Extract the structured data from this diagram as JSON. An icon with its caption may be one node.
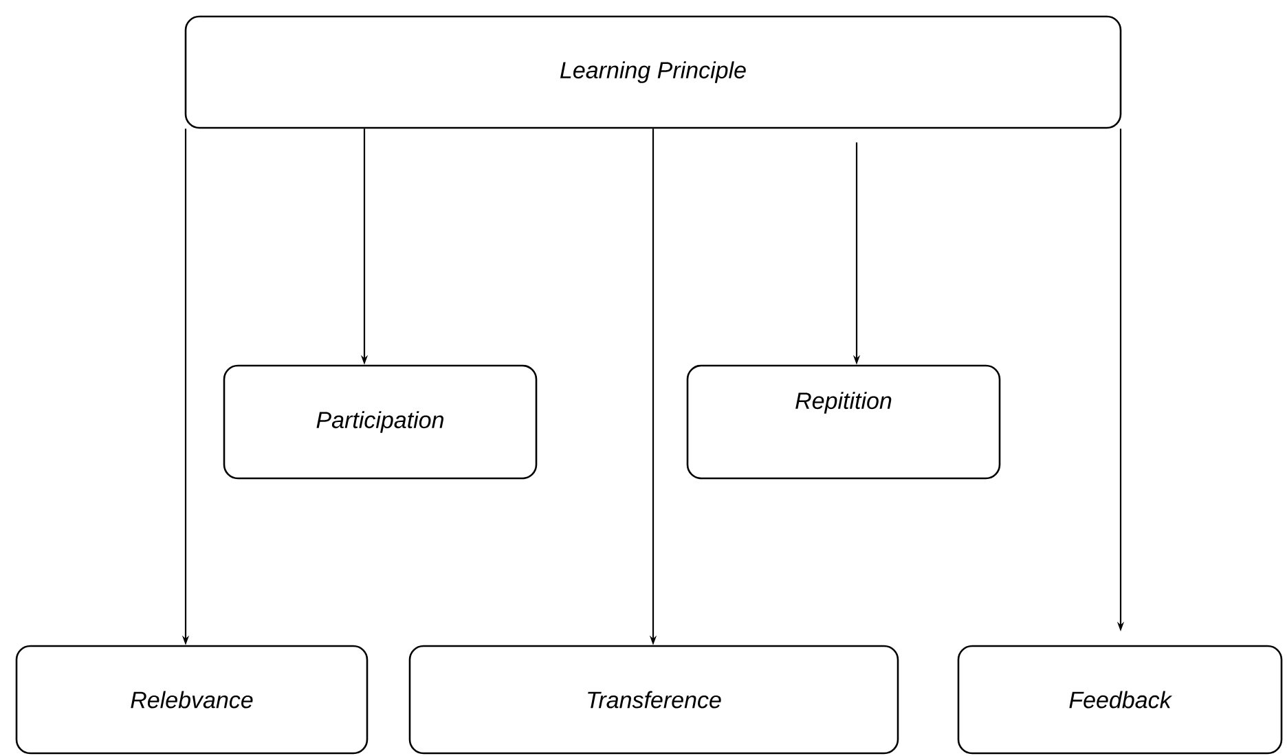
{
  "diagram": {
    "nodes": [
      {
        "text": [
          "Learning Principle"
        ]
      },
      {
        "text": [
          "Participation"
        ]
      },
      {
        "text": [
          "Repitition"
        ]
      },
      {
        "text": [
          "Relebvance"
        ]
      },
      {
        "text": [
          "Transference"
        ]
      },
      {
        "text": [
          "Feedback"
        ]
      }
    ],
    "edges": [
      {
        "from": 0,
        "to": 3,
        "arrow": "to"
      },
      {
        "from": 0,
        "to": 1,
        "arrow": "to"
      },
      {
        "from": 0,
        "to": 4,
        "arrow": "to"
      },
      {
        "from": 0,
        "to": 2,
        "arrow": "to"
      },
      {
        "from": 0,
        "to": 5,
        "arrow": "to"
      }
    ]
  }
}
